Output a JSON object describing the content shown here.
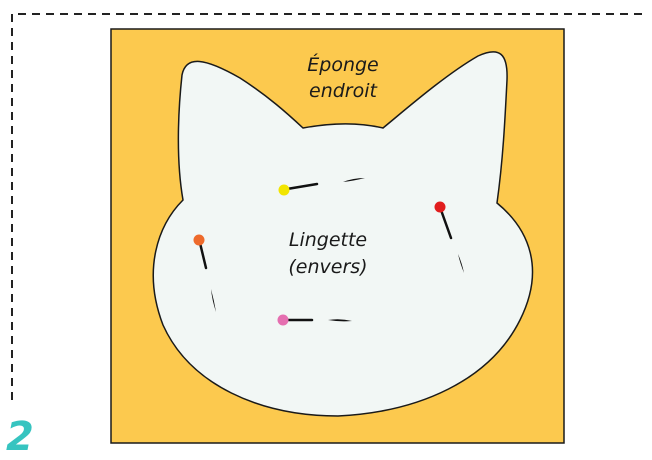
{
  "step_number": "2",
  "labels": {
    "sponge": [
      "Éponge",
      "endroit"
    ],
    "wipe": [
      "Lingette",
      "(envers)"
    ]
  },
  "colors": {
    "sponge_fill": "#fcc94e",
    "wipe_fill": "#f2f7f5",
    "outline": "#1a1a1a",
    "dashed_border": "#222222",
    "step_number": "#36c4c0",
    "pin_yellow": "#f2e500",
    "pin_red": "#e11d1d",
    "pin_orange": "#ee6a2b",
    "pin_pink": "#e56fb0"
  },
  "pins": [
    {
      "name": "yellow-pin",
      "color_key": "pin_yellow"
    },
    {
      "name": "red-pin",
      "color_key": "pin_red"
    },
    {
      "name": "orange-pin",
      "color_key": "pin_orange"
    },
    {
      "name": "pink-pin",
      "color_key": "pin_pink"
    }
  ]
}
